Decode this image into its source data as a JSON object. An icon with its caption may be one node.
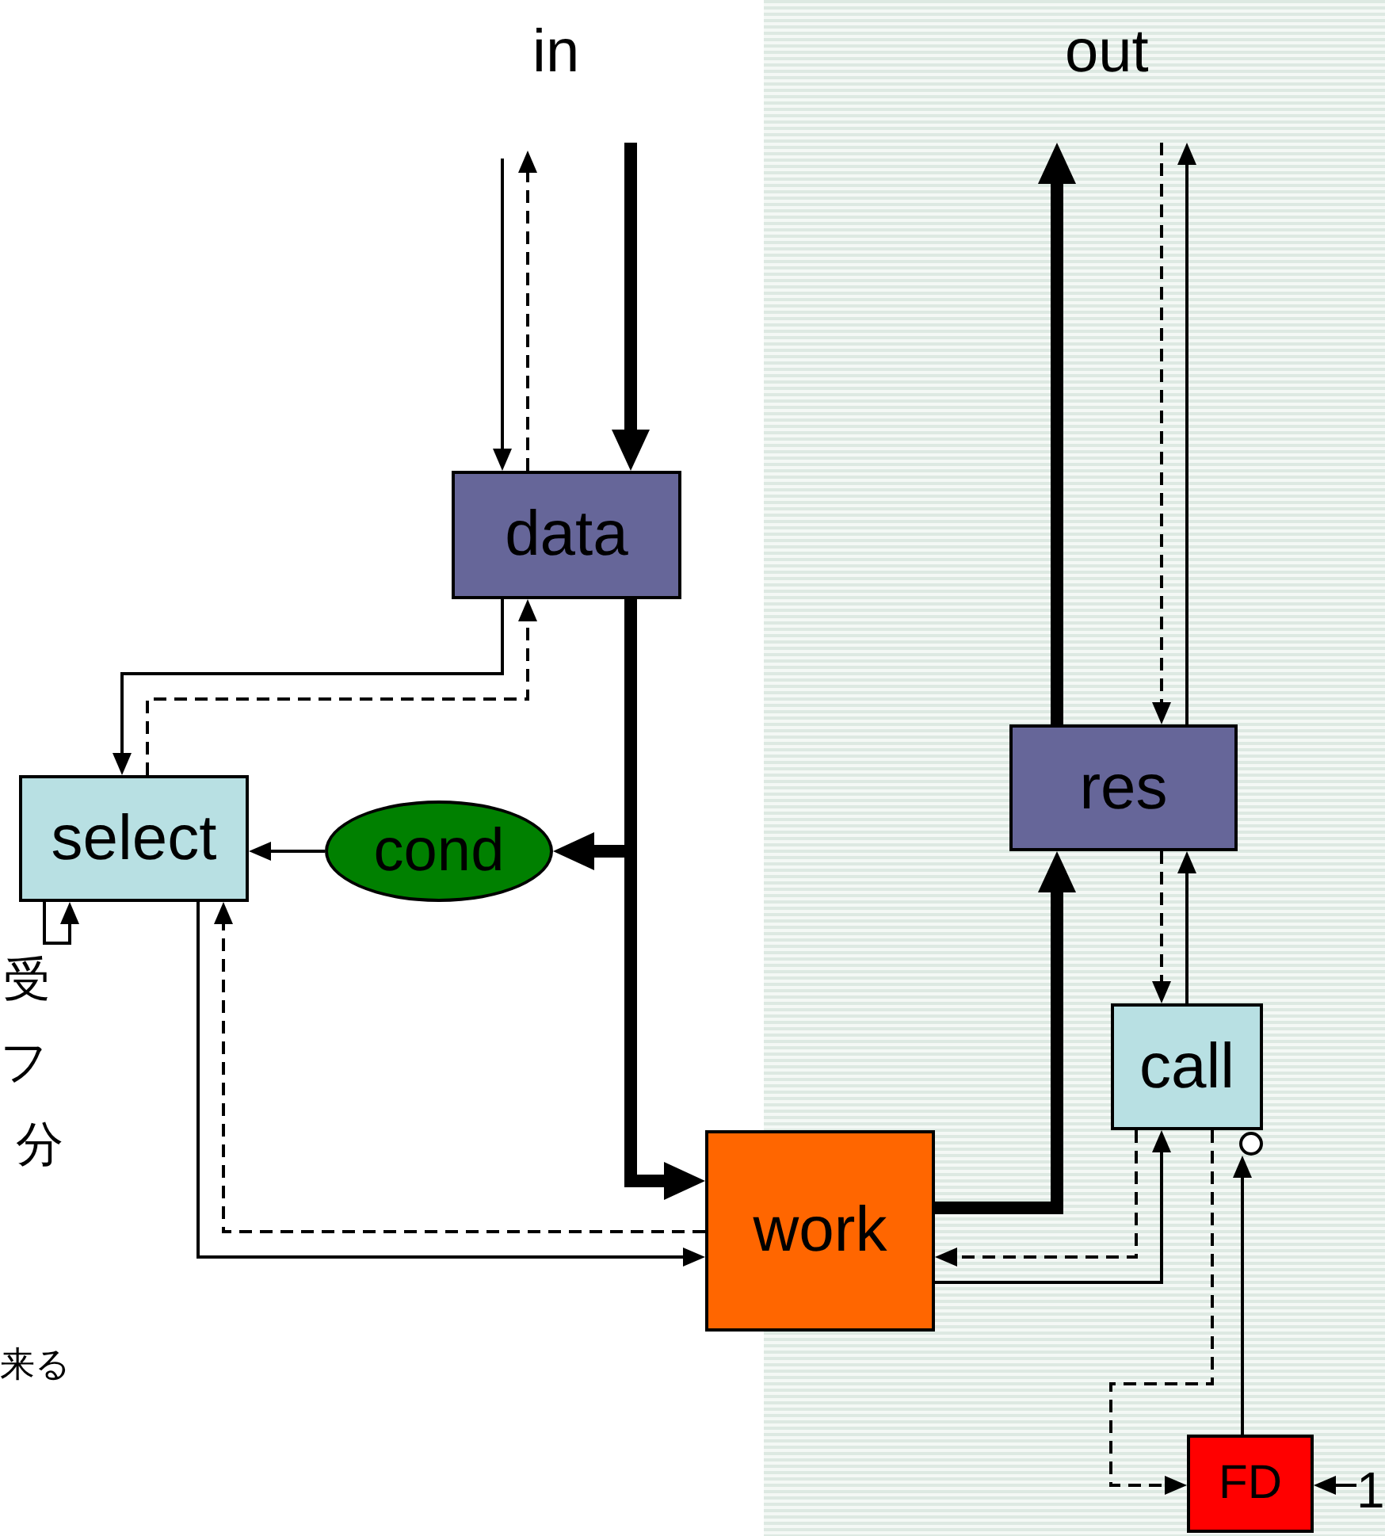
{
  "diagram": {
    "nodes": [
      {
        "text": [
          "data"
        ]
      },
      {
        "text": [
          "select"
        ]
      },
      {
        "text": [
          "cond"
        ]
      },
      {
        "text": [
          "work"
        ]
      },
      {
        "text": [
          "res"
        ]
      },
      {
        "text": [
          "call"
        ]
      },
      {
        "text": [
          "FD"
        ]
      },
      {
        "text": [],
        "shape": "circle"
      },
      {
        "text": [
          "1"
        ]
      }
    ],
    "edges": [
      {
        "from": null,
        "to": 0,
        "arrow": "to"
      },
      {
        "from": 0,
        "to": null,
        "arrow": "to",
        "style": "dashed"
      },
      {
        "from": null,
        "to": 0,
        "arrow": "to",
        "style": "thick"
      },
      {
        "from": 0,
        "to": 1,
        "arrow": "to"
      },
      {
        "from": 1,
        "to": 0,
        "arrow": "to",
        "style": "dashed"
      },
      {
        "from": 0,
        "to": 2,
        "arrow": "to",
        "style": "thick"
      },
      {
        "from": 0,
        "to": 3,
        "arrow": "to",
        "style": "thick"
      },
      {
        "from": 2,
        "to": 1,
        "arrow": "to"
      },
      {
        "from": 1,
        "to": 1,
        "arrow": "to"
      },
      {
        "from": 3,
        "to": 1,
        "arrow": "to",
        "style": "dashed"
      },
      {
        "from": 1,
        "to": 3,
        "arrow": "to"
      },
      {
        "from": 3,
        "to": 4,
        "arrow": "to",
        "style": "thick"
      },
      {
        "from": 4,
        "to": null,
        "arrow": "to",
        "style": "thick"
      },
      {
        "from": null,
        "to": 4,
        "arrow": "to",
        "style": "dashed"
      },
      {
        "from": 4,
        "to": null,
        "arrow": "to"
      },
      {
        "from": 4,
        "to": 5,
        "arrow": "to",
        "style": "dashed"
      },
      {
        "from": 5,
        "to": 4,
        "arrow": "to"
      },
      {
        "from": 5,
        "to": 3,
        "arrow": "to",
        "style": "dashed"
      },
      {
        "from": 3,
        "to": 5,
        "arrow": "to"
      },
      {
        "from": 5,
        "to": 6,
        "arrow": "to",
        "style": "dashed"
      },
      {
        "from": 6,
        "to": 7,
        "arrow": "to"
      },
      {
        "from": 8,
        "to": 6,
        "arrow": "to"
      }
    ],
    "labels": [
      "in",
      "out",
      "受",
      "フ",
      "分",
      "来る"
    ]
  }
}
